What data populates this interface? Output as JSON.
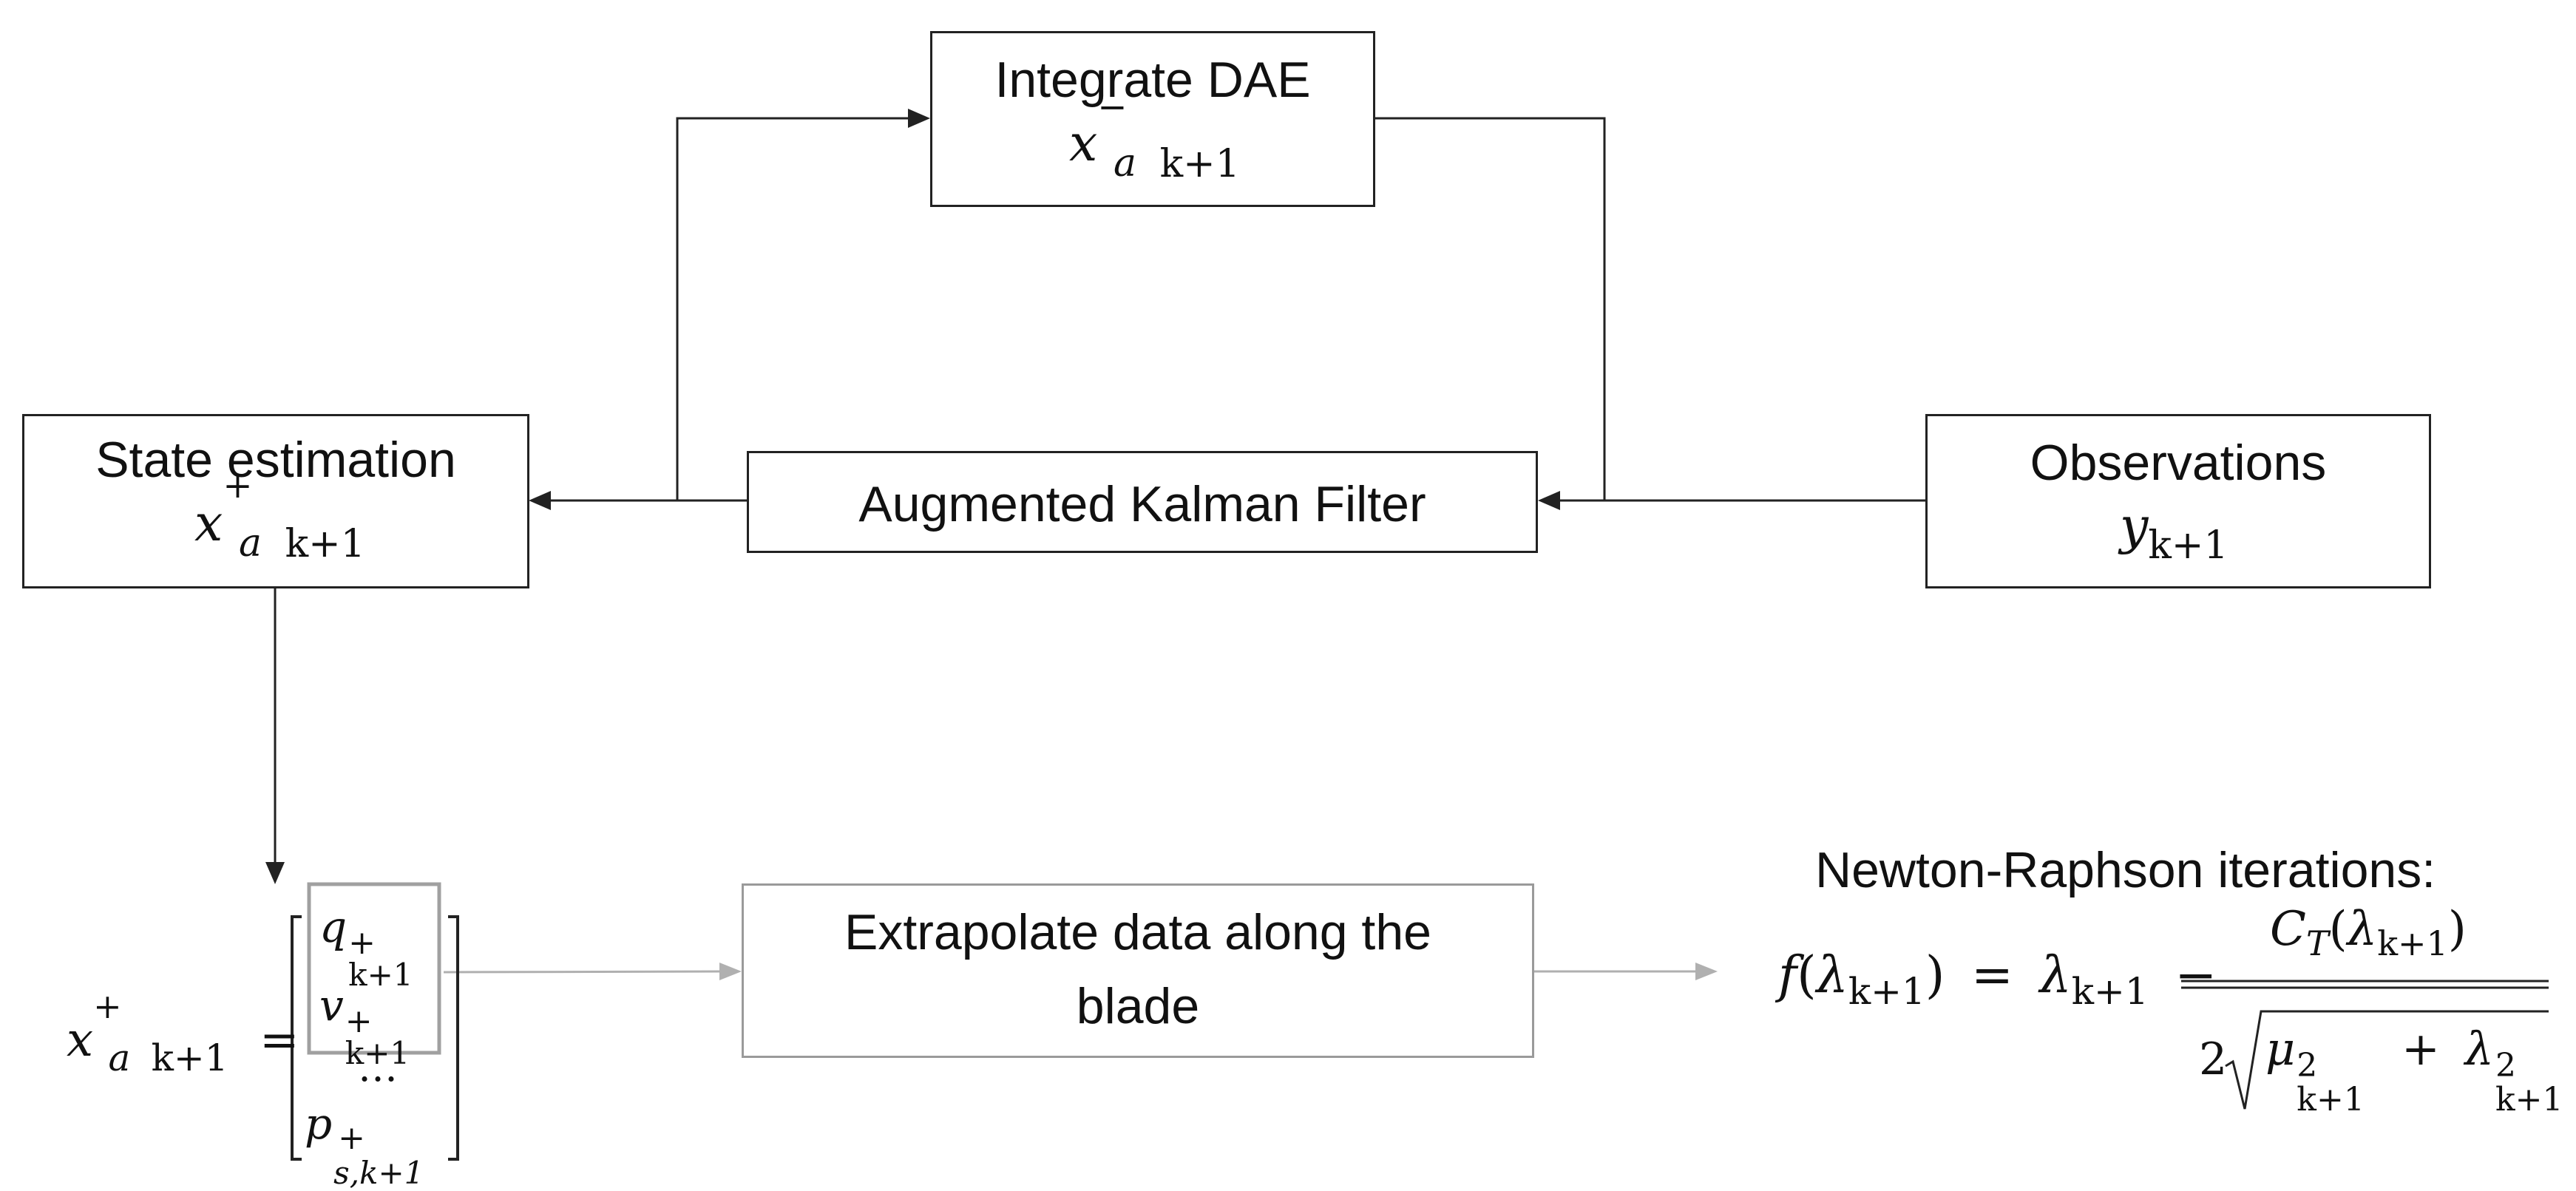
{
  "nodes": {
    "integrate": {
      "title": "Integrate DAE",
      "sym": "x",
      "sub": "a",
      "sup": "−",
      "idx": "k+1"
    },
    "state": {
      "title": "State estimation",
      "sym": "x",
      "sub": "a",
      "sup": "+",
      "idx": "k+1"
    },
    "akf": {
      "title": "Augmented Kalman Filter"
    },
    "obs": {
      "title": "Observations",
      "sym": "y",
      "idx": "k+1"
    },
    "extrapolate": {
      "title_line1": "Extrapolate data along the",
      "title_line2": "blade"
    }
  },
  "vector": {
    "lhs_sym": "x",
    "lhs_sub": "a",
    "lhs_sup": "+",
    "lhs_idx": "k+1",
    "eq": "=",
    "q": "q",
    "q_sup": "+",
    "q_sub": "k+1",
    "v": "v",
    "v_sup": "+",
    "v_sub": "k+1",
    "dots": "…",
    "p": "p",
    "p_sup": "+",
    "p_sub": "s,k+1"
  },
  "newton": {
    "heading": "Newton-Raphson iterations:",
    "f": "f",
    "lambda": "λ",
    "idx": "k+1",
    "eq": "=",
    "minus": "−",
    "num_C": "C",
    "num_sub": "T",
    "den_two": "2",
    "mu": "μ",
    "sq": "2",
    "plus": "+"
  }
}
